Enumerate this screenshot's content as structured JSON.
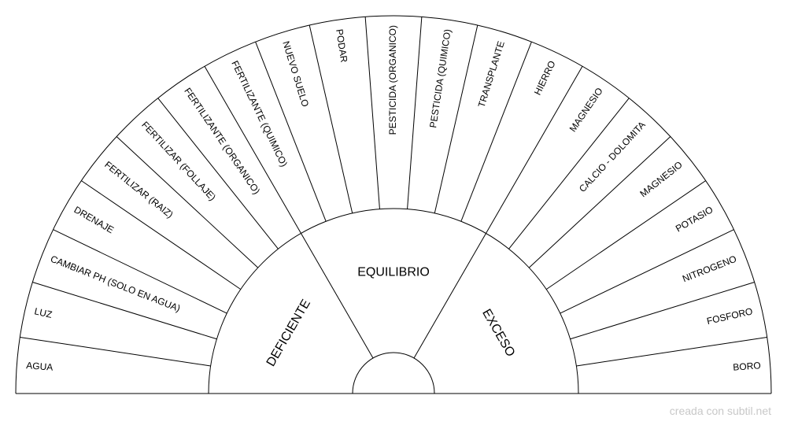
{
  "diagram": {
    "segments": [
      "AGUA",
      "LUZ",
      "CAMBIAR PH (SOLO EN AGUA)",
      "DRENAJE",
      "FERTILIZAR (RAIZ)",
      "FERTILIZAR  (FOLLAJE)",
      "FERTILIZANTE (ORGANICO)",
      "FERTILIZANTE (QUIMICO)",
      "NUEVO SUELO",
      "PODAR",
      "PESTICIDA (ORGANICO)",
      "PESTICIDA (QUIMICO)",
      "TRANSPLANTE",
      "HIERRO",
      "MAGNESIO",
      "CALCIO - DOLOMITA",
      "MAGNESIO",
      "POTASIO",
      "NITROGENO",
      "FOSFORO",
      "BORO"
    ],
    "inner_sections": [
      "DEFICIENTE",
      "EQUILIBRIO",
      "EXCESO"
    ]
  },
  "footer": "creada con subtil.net"
}
